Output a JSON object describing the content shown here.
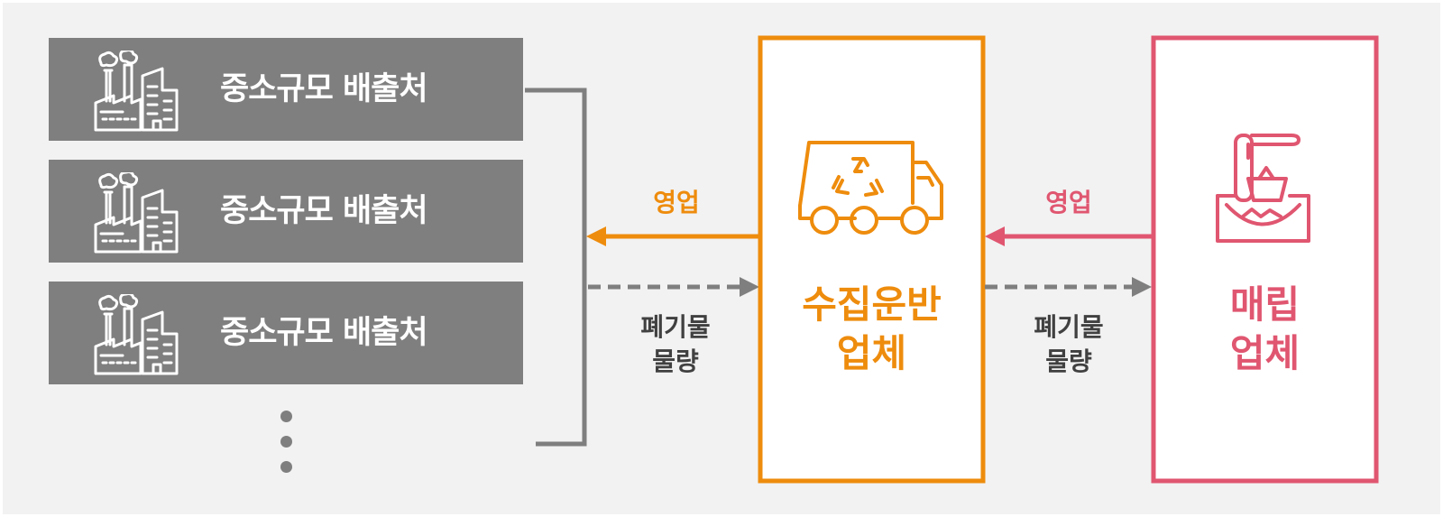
{
  "sources": [
    {
      "label": "중소규모 배출처",
      "icon": "factory-icon"
    },
    {
      "label": "중소규모 배출처",
      "icon": "factory-icon"
    },
    {
      "label": "중소규모 배출처",
      "icon": "factory-icon"
    }
  ],
  "collector": {
    "title_line1": "수집운반",
    "title_line2": "업체",
    "icon": "recycling-truck-icon",
    "color": "#ee8c0d"
  },
  "landfill": {
    "title_line1": "매립",
    "title_line2": "업체",
    "icon": "landfill-excavator-icon",
    "color": "#e05670"
  },
  "flows": {
    "sales_to_sources": "영업",
    "sales_to_collector": "영업",
    "waste_qty_1_line1": "폐기물",
    "waste_qty_1_line2": "물량",
    "waste_qty_2_line1": "폐기물",
    "waste_qty_2_line2": "물량"
  },
  "colors": {
    "gray": "#7f7f7f",
    "bg": "#f2f2f2",
    "text_dark": "#404040"
  }
}
